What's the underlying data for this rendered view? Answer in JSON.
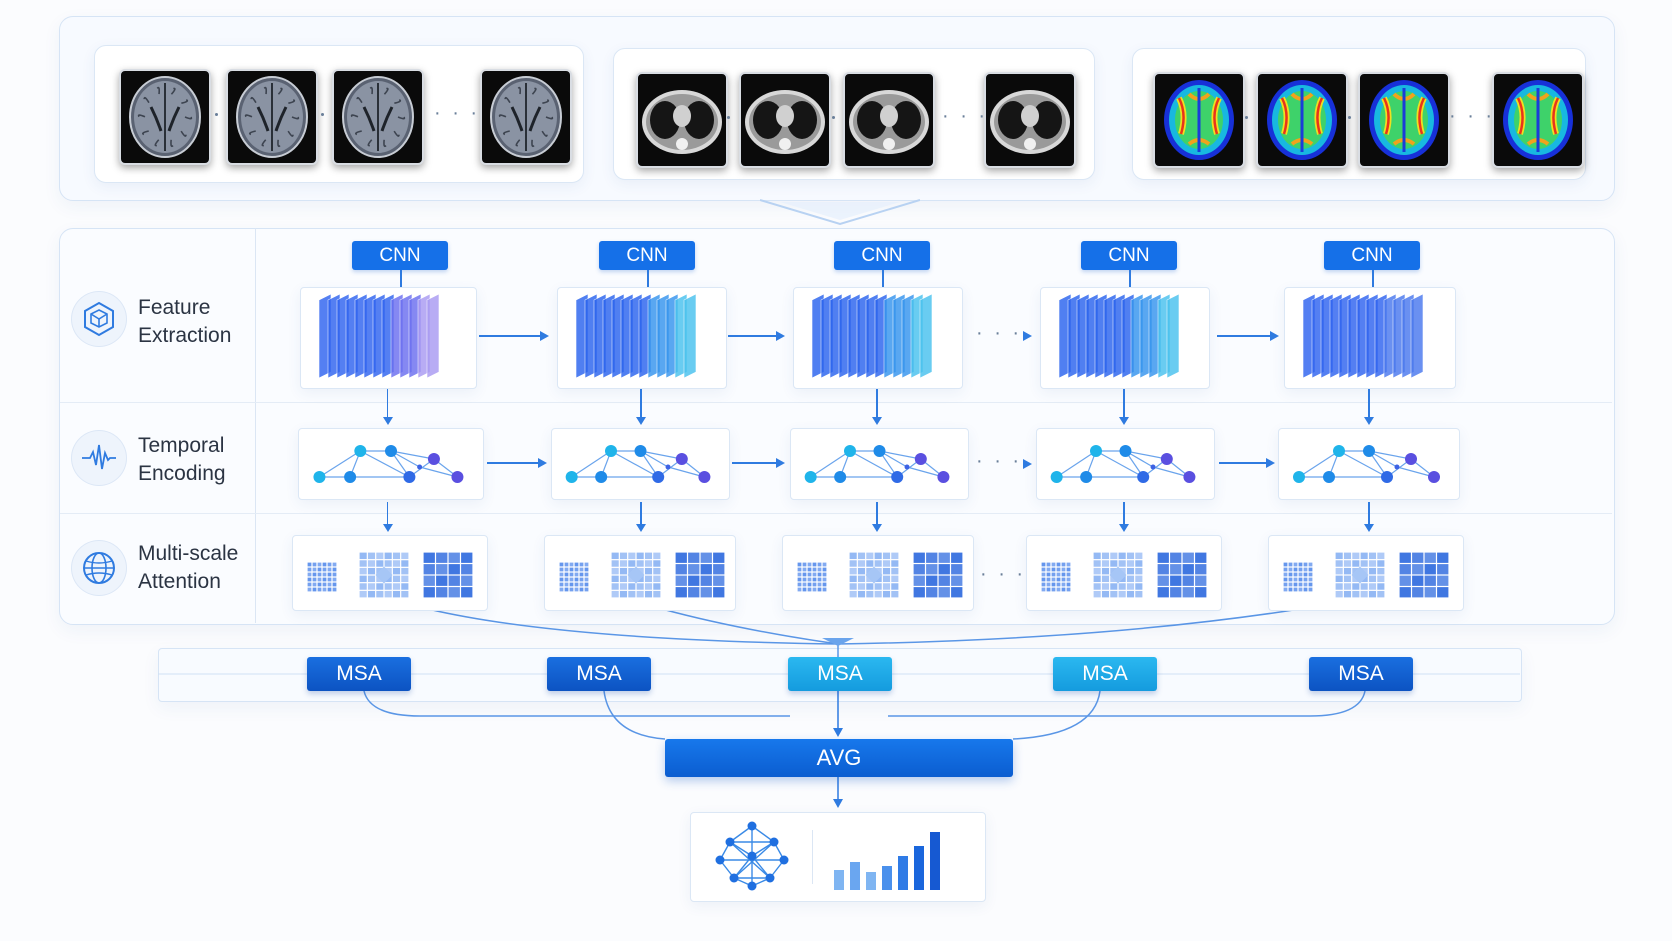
{
  "stages": {
    "feature_extraction": {
      "line1": "Feature",
      "line2": "Extraction",
      "icon": "cube-icon"
    },
    "temporal_encoding": {
      "line1": "Temporal",
      "line2": "Encoding",
      "icon": "waveform-icon"
    },
    "multiscale_attention": {
      "line1": "Multi-scale",
      "line2": "Attention",
      "icon": "globe-icon"
    }
  },
  "cnn_labels": [
    "CNN",
    "CNN",
    "CNN",
    "CNN",
    "CNN"
  ],
  "msa_labels": [
    "MSA",
    "MSA",
    "MSA",
    "MSA",
    "MSA"
  ],
  "avg_label": "AVG",
  "ellipsis": "· · ·",
  "scan_groups": [
    {
      "modality": "brain-mri",
      "count_shown": 4
    },
    {
      "modality": "chest-ct",
      "count_shown": 4
    },
    {
      "modality": "brain-pet",
      "count_shown": 4
    }
  ],
  "colors": {
    "primary": "#1570e8",
    "accent_light": "#2bb8f0",
    "node_cyan": "#1fb4ea",
    "node_purple": "#5a4fe0",
    "panel_border": "#d6e4f5"
  },
  "output": {
    "icons": [
      "neural-network-icon",
      "bar-chart-icon"
    ]
  }
}
